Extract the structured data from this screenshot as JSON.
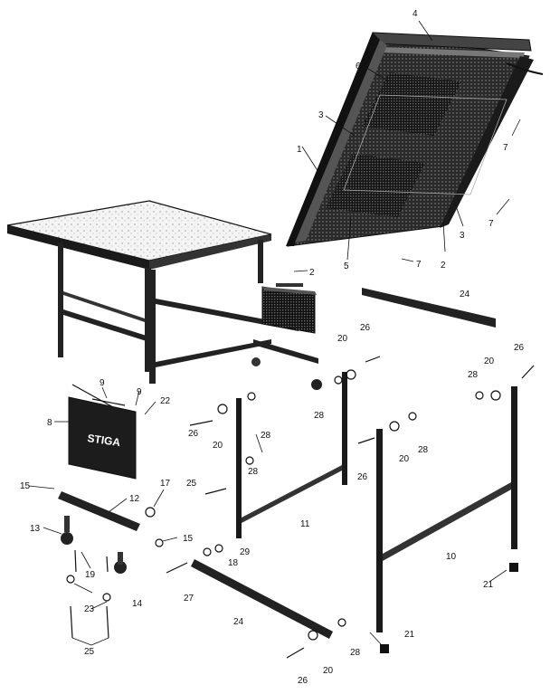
{
  "brand": "STIGA",
  "callouts": [
    {
      "id": "c4",
      "text": "4"
    },
    {
      "id": "c6",
      "text": "6"
    },
    {
      "id": "c3a",
      "text": "3"
    },
    {
      "id": "c1",
      "text": "1"
    },
    {
      "id": "c7a",
      "text": "7"
    },
    {
      "id": "c7b",
      "text": "7"
    },
    {
      "id": "c3b",
      "text": "3"
    },
    {
      "id": "c5",
      "text": "5"
    },
    {
      "id": "c2a",
      "text": "2"
    },
    {
      "id": "c7c",
      "text": "7"
    },
    {
      "id": "c2b",
      "text": "2"
    },
    {
      "id": "c24a",
      "text": "24"
    },
    {
      "id": "c20a",
      "text": "20"
    },
    {
      "id": "c26a",
      "text": "26"
    },
    {
      "id": "c26b",
      "text": "26"
    },
    {
      "id": "c20b",
      "text": "20"
    },
    {
      "id": "c28a",
      "text": "28"
    },
    {
      "id": "c9a",
      "text": "9"
    },
    {
      "id": "c9b",
      "text": "9"
    },
    {
      "id": "c22",
      "text": "22"
    },
    {
      "id": "c8",
      "text": "8"
    },
    {
      "id": "c28b",
      "text": "28"
    },
    {
      "id": "c28c",
      "text": "28"
    },
    {
      "id": "c26c",
      "text": "26"
    },
    {
      "id": "c20c",
      "text": "20"
    },
    {
      "id": "c28d",
      "text": "28"
    },
    {
      "id": "c20d",
      "text": "20"
    },
    {
      "id": "c28e",
      "text": "28"
    },
    {
      "id": "c26d",
      "text": "26"
    },
    {
      "id": "c25a",
      "text": "25"
    },
    {
      "id": "c11",
      "text": "11"
    },
    {
      "id": "c15a",
      "text": "15"
    },
    {
      "id": "c12",
      "text": "12"
    },
    {
      "id": "c17",
      "text": "17"
    },
    {
      "id": "c13",
      "text": "13"
    },
    {
      "id": "c15b",
      "text": "15"
    },
    {
      "id": "c29",
      "text": "29"
    },
    {
      "id": "c18",
      "text": "18"
    },
    {
      "id": "c10",
      "text": "10"
    },
    {
      "id": "c19",
      "text": "19"
    },
    {
      "id": "c27",
      "text": "27"
    },
    {
      "id": "c14",
      "text": "14"
    },
    {
      "id": "c23",
      "text": "23"
    },
    {
      "id": "c21a",
      "text": "21"
    },
    {
      "id": "c24b",
      "text": "24"
    },
    {
      "id": "c25b",
      "text": "25"
    },
    {
      "id": "c21b",
      "text": "21"
    },
    {
      "id": "c28f",
      "text": "28"
    },
    {
      "id": "c20e",
      "text": "20"
    },
    {
      "id": "c26e",
      "text": "26"
    }
  ]
}
